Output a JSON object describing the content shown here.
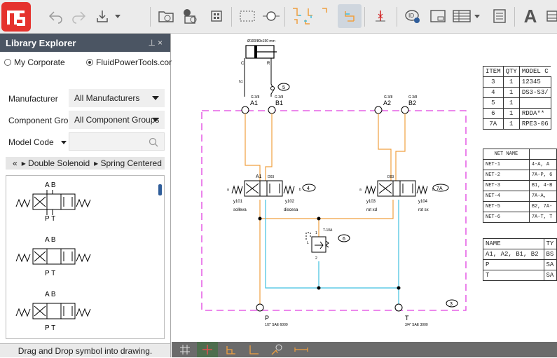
{
  "toolbar": {
    "logo_text": "ns",
    "id_label": "ID",
    "text_tool_label": "A"
  },
  "library": {
    "title": "Library Explorer",
    "pin": "⊥",
    "close": "×",
    "radio_my": "My Corporate",
    "radio_fpt": "FluidPowerTools.com",
    "manufacturer_label": "Manufacturer",
    "manufacturer_value": "All Manufacturers",
    "component_group_label": "Component Group",
    "component_group_value": "All Component Groups",
    "model_code_label": "Model Code",
    "search_placeholder": "",
    "crumb_back": "«",
    "crumb_1": "▸ Double Solenoid",
    "crumb_2": "▸ Spring Centered",
    "symbol_port_top": "A B",
    "symbol_port_bottom": "P T",
    "hint": "Drag and Drop symbol into drawing."
  },
  "drawing": {
    "cyl_label": "Ø100/80x150 mm",
    "cyl_c": "C",
    "cyl_r": "R",
    "h1": "h1",
    "a1": "A1",
    "b1": "B1",
    "a2": "A2",
    "b2": "B2",
    "g38": "G 3/8",
    "p": "P",
    "t": "T",
    "p_size": "1/2\" SAE 6000",
    "t_size": "3/4\" SAE 3000",
    "d03": "D03",
    "y101": "y101",
    "y102": "y102",
    "y103": "y103",
    "y104": "y104",
    "solleva": "solleva",
    "discesa": "discesa",
    "rotxd": "rot xd",
    "rotsx": "rot sx",
    "tag5": "5",
    "tag4": "4",
    "tag7a": "7A",
    "tag6": "6",
    "tag3": "3",
    "relief": "T-10A",
    "port_a": "a",
    "port_b": "b",
    "relief_1": "1",
    "relief_2": "2",
    "relief_L": "L"
  },
  "bom": {
    "headers": [
      "ITEM",
      "QTY",
      "MODEL C"
    ],
    "rows": [
      [
        "3",
        "1",
        "12345"
      ],
      [
        "4",
        "1",
        "DS3-S3/"
      ],
      [
        "5",
        "1",
        ""
      ],
      [
        "6",
        "1",
        "RDDA**"
      ],
      [
        "7A",
        "1",
        "RPE3-06"
      ]
    ]
  },
  "nets": {
    "headers": [
      "NET NAME",
      ""
    ],
    "rows": [
      [
        "NET-1",
        "4-A, A"
      ],
      [
        "NET-2",
        "7A-P, 6"
      ],
      [
        "NET-3",
        "B1, 4-B"
      ],
      [
        "NET-4",
        "7A-A, "
      ],
      [
        "NET-5",
        "B2, 7A-"
      ],
      [
        "NET-6",
        "7A-T, T"
      ]
    ]
  },
  "ports": {
    "headers": [
      "NAME",
      "TY"
    ],
    "rows": [
      [
        "A1, A2, B1, B2",
        "BS"
      ],
      [
        "P",
        "SA"
      ],
      [
        "T",
        "SA"
      ]
    ]
  },
  "colors": {
    "orange": "#f0a040",
    "cyan": "#40c0e0",
    "magenta": "#e040e0",
    "panel_header": "#4b5563",
    "status_bar": "#6b6b6b",
    "logo_red": "#e5322d"
  }
}
